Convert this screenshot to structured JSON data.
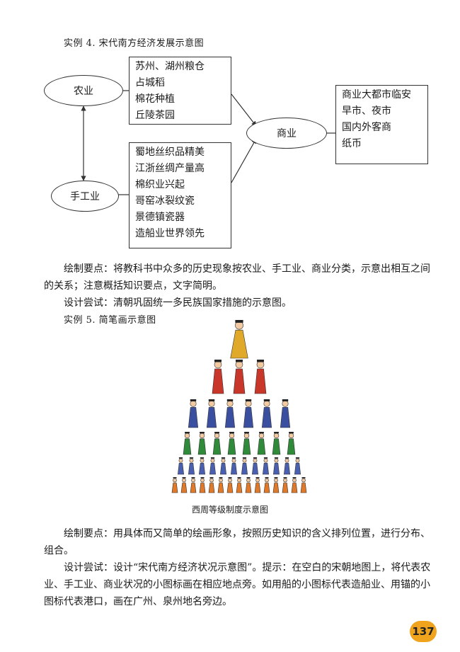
{
  "example4": {
    "caption": "实例 4. 宋代南方经济发展示意图",
    "agriculture_label": "农业",
    "handicraft_label": "手工业",
    "commerce_label": "商业",
    "agriculture_items": [
      "苏州、湖州粮仓",
      "占城稻",
      "棉花种植",
      "丘陵茶园"
    ],
    "handicraft_items": [
      "蜀地丝织品精美",
      "江浙丝绸产量高",
      "棉织业兴起",
      "哥窑冰裂纹瓷",
      "景德镇瓷器",
      "造船业世界领先"
    ],
    "commerce_items": [
      "商业大都市临安",
      "早市、夜市",
      "国内外客商",
      "纸币"
    ]
  },
  "note1": {
    "text": "绘制要点：将教科书中众多的历史现象按农业、手工业、商业分类，示意出相互之间的关系；注意概括知识要点，文字简明。",
    "try": "设计尝试：清朝巩固统一多民族国家措施的示意图。"
  },
  "example5": {
    "caption": "实例 5. 简笔画示意图",
    "figure_caption": "西周等级制度示意图",
    "colors": {
      "king": "#e0a92a",
      "nobles": "#c8372a",
      "officials": "#3b4fa0",
      "gentry": "#2f8a3a",
      "commoners": "#4a5fb0",
      "slaves": "#e07a2a"
    },
    "rows": [
      1,
      3,
      6,
      8,
      12,
      15
    ]
  },
  "note2": {
    "text": "绘制要点：用具体而又简单的绘画形象，按照历史知识的含义排列位置，进行分布、组合。",
    "try": "设计尝试：设计“宋代南方经济状况示意图”。提示：在空白的宋朝地图上，将代表农业、手工业、商业状况的小图标画在相应地点旁。如用船的小图标代表造船业、用锚的小图标代表港口，画在广州、泉州地名旁边。"
  },
  "page_number": "137"
}
